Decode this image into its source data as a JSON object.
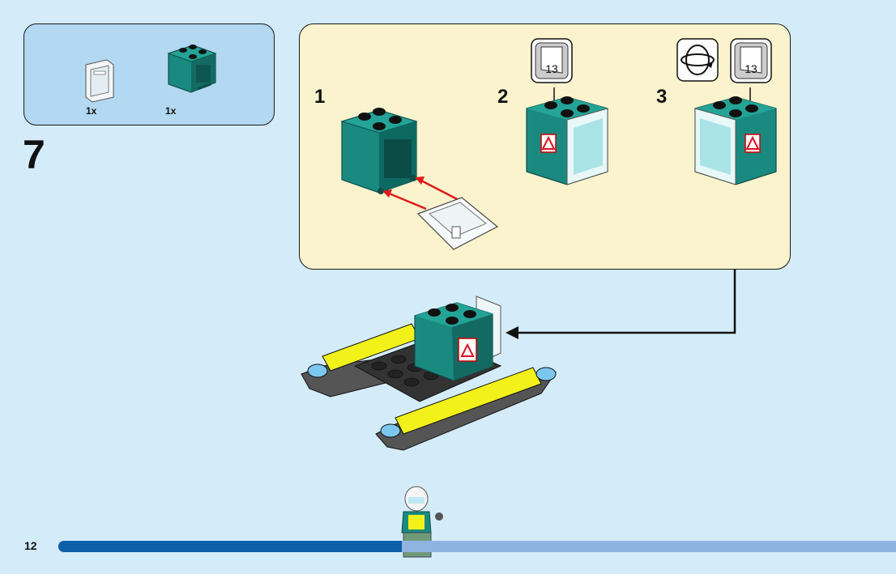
{
  "page": {
    "number": "12"
  },
  "step": {
    "number": "7"
  },
  "parts": [
    {
      "name": "transparent-window-panel",
      "qty": "1x"
    },
    {
      "name": "teal-container-box",
      "qty": "1x"
    }
  ],
  "substeps": [
    {
      "number": "1"
    },
    {
      "number": "2",
      "sticker": "13"
    },
    {
      "number": "3",
      "sticker": "13"
    }
  ],
  "progress": {
    "fraction": 0.41
  },
  "colors": {
    "background": "#d4ecfa",
    "teal_brick": "#1a8a80",
    "callout_bg": "#fbf3cd",
    "progress_fill": "#0c5fa8",
    "arrow": "#e01b1b"
  },
  "icons": [
    "rotate-model-icon",
    "sticker-icon"
  ]
}
